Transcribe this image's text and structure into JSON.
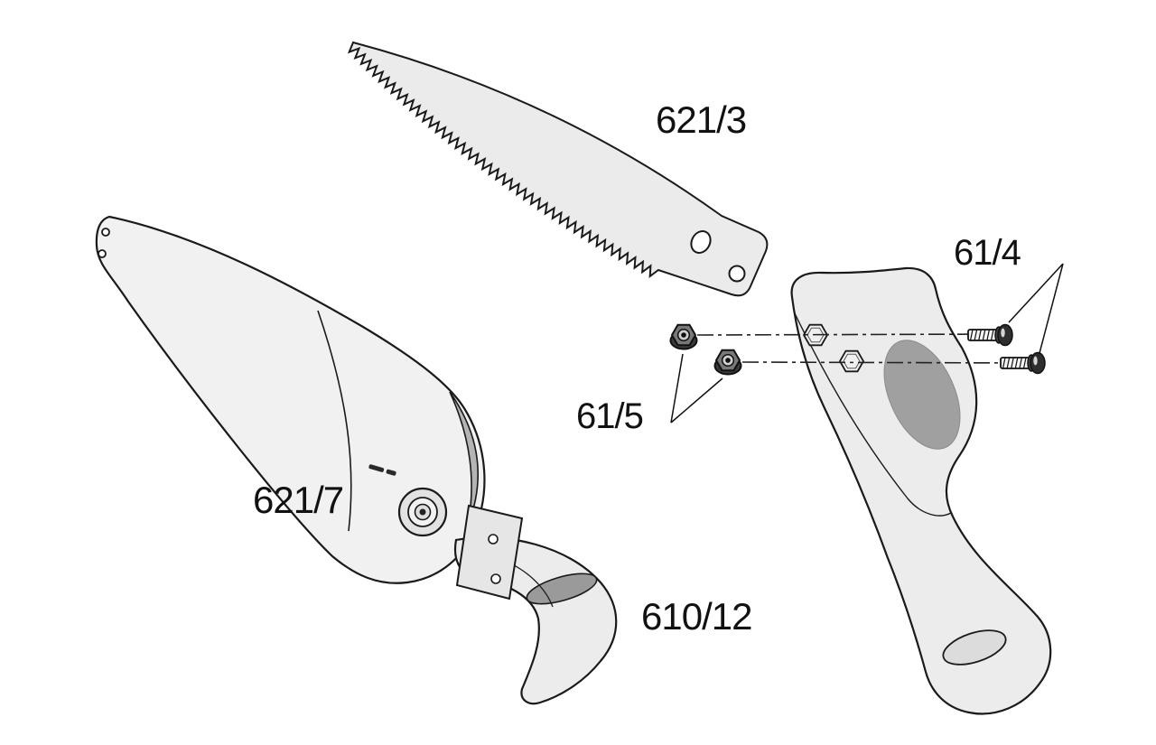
{
  "labels": {
    "blade": "621/3",
    "screws": "61/4",
    "nuts": "61/5",
    "scabbard": "621/7",
    "belt_clip": "610/12"
  },
  "colors": {
    "line": "#1a1a1a",
    "part_fill": "#ededed",
    "shadow_fill": "#9e9e9e",
    "background": "#ffffff"
  }
}
